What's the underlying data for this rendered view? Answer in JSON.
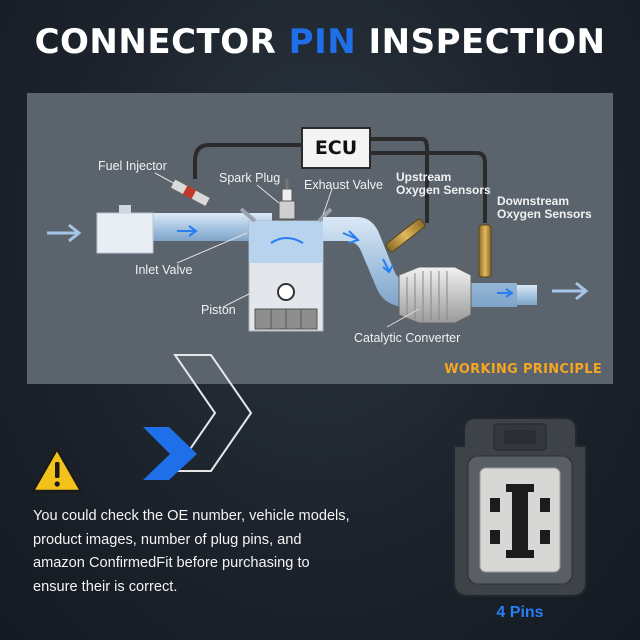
{
  "title": {
    "part1": "CONNECTOR",
    "part2": "PIN",
    "part3": "INSPECTION"
  },
  "diagram": {
    "ecu": "ECU",
    "labels": {
      "fuel_injector": "Fuel Injector",
      "spark_plug": "Spark Plug",
      "exhaust_valve": "Exhaust Valve",
      "upstream": "Upstream\nOxygen Sensors",
      "downstream": "Downstream\nOxygen Sensors",
      "inlet_valve": "Inlet Valve",
      "piston": "Piston",
      "catalytic_converter": "Catalytic Converter"
    },
    "caption": "WORKING PRINCIPLE"
  },
  "colors": {
    "accent_blue": "#1f6fe8",
    "caption_orange": "#f5a623",
    "warning_yellow": "#f2c21b"
  },
  "icons": [
    "chevron-right-icon",
    "warning-triangle-icon",
    "connector-icon"
  ],
  "description": "You could check the OE number, vehicle models, product images, number of plug pins, and amazon ConfirmedFit before purchasing to ensure their is correct.",
  "connector": {
    "pins_label": "4 Pins"
  }
}
